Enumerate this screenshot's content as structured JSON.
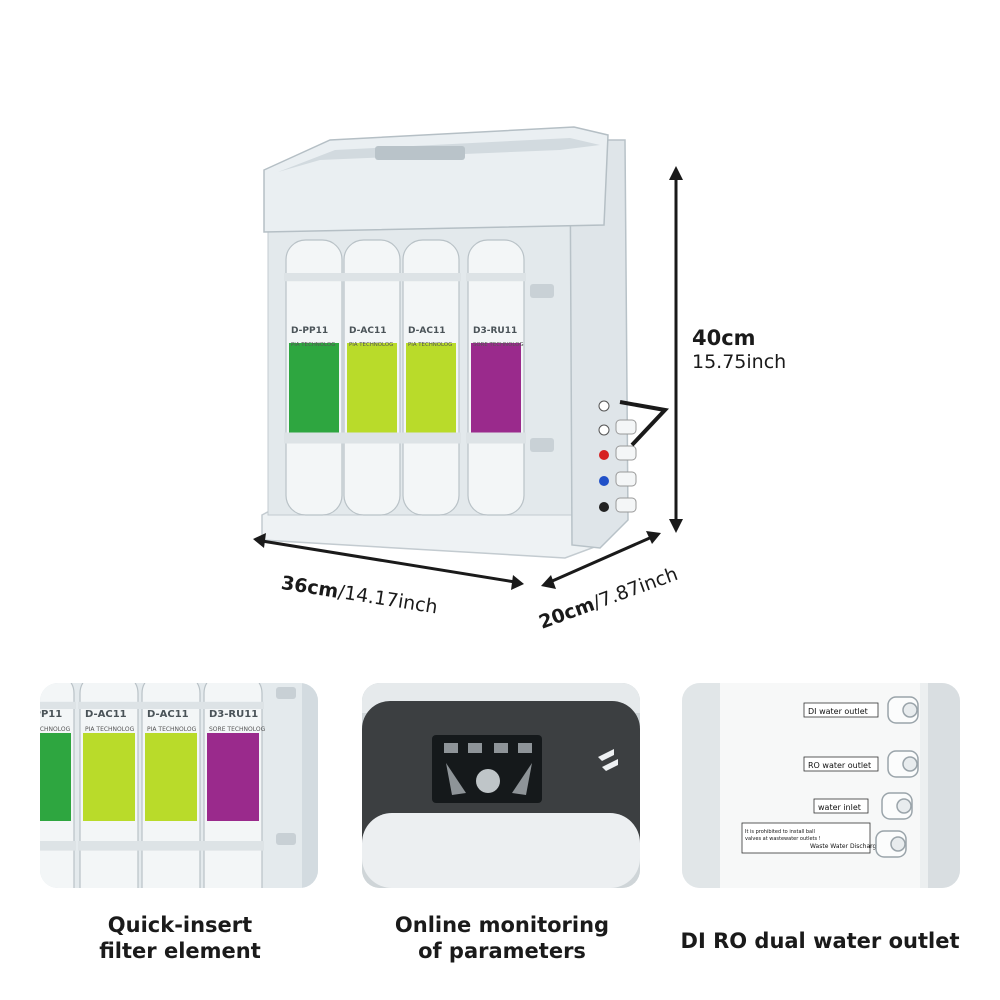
{
  "dimensions": {
    "height_cm": "40cm",
    "height_inch": "15.75inch",
    "width_cm": "36cm",
    "width_sep": "/",
    "width_inch": "14.17inch",
    "depth_cm": "20cm",
    "depth_sep": "/",
    "depth_inch": "7.87inch"
  },
  "product": {
    "filters": [
      {
        "label": "D-PP11",
        "sub": "PIA TECHNOLOG",
        "color": "#2ea640"
      },
      {
        "label": "D-AC11",
        "sub": "PIA TECHNOLOG",
        "color": "#b9db2a"
      },
      {
        "label": "D-AC11",
        "sub": "PIA TECHNOLOG",
        "color": "#b9db2a"
      },
      {
        "label": "D3-RU11",
        "sub": "SORE TECHNOLOG",
        "color": "#9a2a8c"
      }
    ]
  },
  "features": [
    {
      "line1": "Quick-insert",
      "line2": "filter element"
    },
    {
      "line1": "Online monitoring",
      "line2": "of parameters"
    },
    {
      "line1": "DI RO dual water outlet",
      "line2": ""
    }
  ],
  "outlet_labels": {
    "di": "DI water outlet",
    "ro": "RO water outlet",
    "inlet": "water inlet",
    "warning_1": "It is prohibited to install ball",
    "warning_2": "valves at wastewater outlets !",
    "waste": "Waste Water Discharge"
  },
  "colors": {
    "housing": "#e6ebee",
    "outline": "#b8c2c8",
    "green": "#2ea640",
    "lime": "#b9db2a",
    "purple": "#9a2a8c"
  }
}
